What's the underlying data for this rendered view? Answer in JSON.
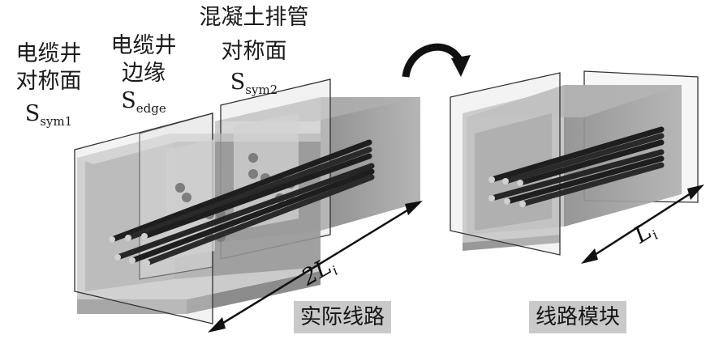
{
  "labels": {
    "well_sym_line1": "电缆井",
    "well_sym_line2": "对称面",
    "well_sym_S": "S",
    "well_sym_sub": "sym1",
    "well_edge_line1": "电缆井",
    "well_edge_line2": "边缘",
    "well_edge_S": "S",
    "well_edge_sub": "edge",
    "duct_sym_line1": "混凝土排管",
    "duct_sym_line2": "对称面",
    "duct_sym_S": "S",
    "duct_sym_sub": "sym2"
  },
  "dimensions": {
    "left_length_prefix": "2L",
    "left_length_sub": "i",
    "right_length_prefix": "L",
    "right_length_sub": "i"
  },
  "captions": {
    "left": "实际线路",
    "right": "线路模块"
  },
  "colors": {
    "concrete": "#9a9a9a",
    "plane": "#d8d8d8",
    "cable": "#222222",
    "caption_bg": "#c9c9c9"
  }
}
